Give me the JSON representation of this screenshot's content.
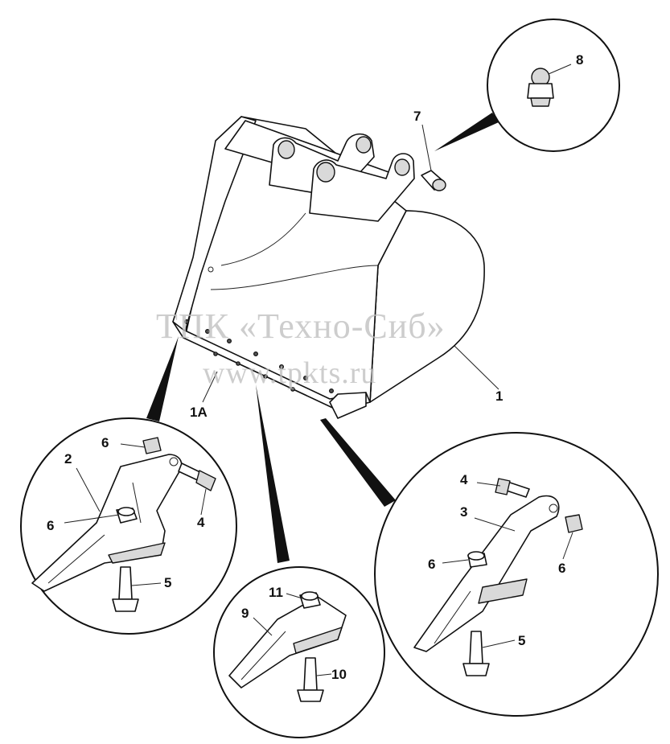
{
  "watermark": {
    "line1": "ТПК «Техно-Сиб»",
    "line2": "www.tpkts.ru"
  },
  "callouts": {
    "c1": "1",
    "c1a": "1A",
    "c2": "2",
    "c3": "3",
    "c4_left": "4",
    "c4_right": "4",
    "c5_left": "5",
    "c5_right": "5",
    "c6_left_top": "6",
    "c6_left_mid": "6",
    "c6_right_mid": "6",
    "c6_right_side": "6",
    "c7": "7",
    "c8": "8",
    "c9": "9",
    "c10": "10",
    "c11": "11"
  },
  "colors": {
    "line": "#111111",
    "watermark": "#bdbdbd",
    "background": "#ffffff"
  }
}
